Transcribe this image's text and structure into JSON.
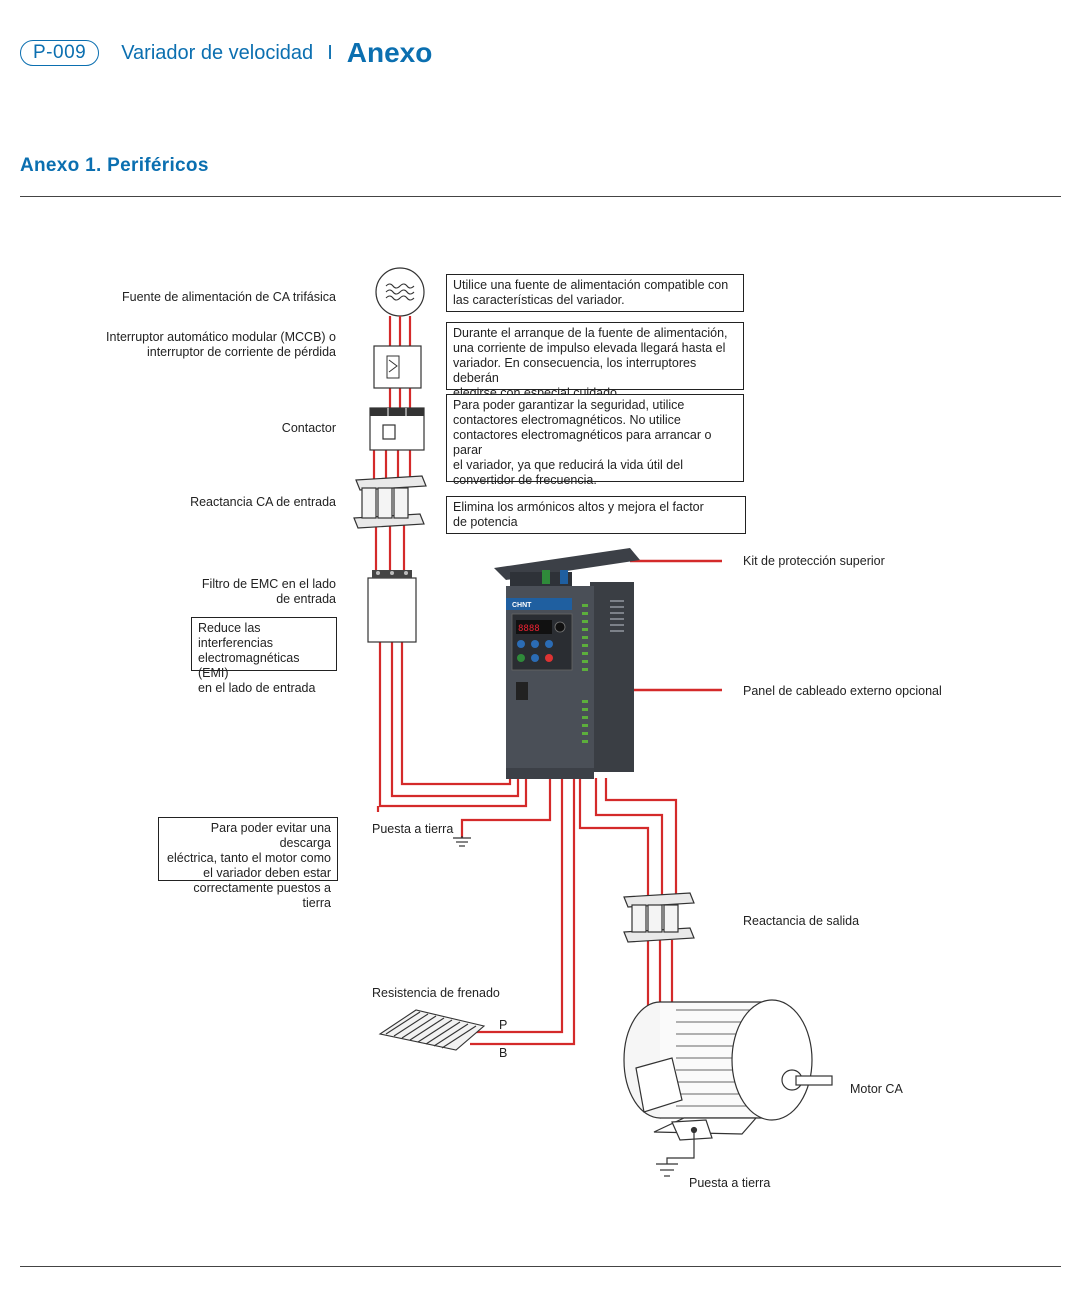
{
  "header": {
    "page_code": "P-009",
    "doc_title": "Variador de velocidad",
    "separator": "I",
    "chapter": "Anexo"
  },
  "section": {
    "title": "Anexo 1. Periféricos"
  },
  "labels": {
    "power_source": "Fuente de alimentación de CA trifásica",
    "breaker_line1": "Interruptor automático modular (MCCB) o",
    "breaker_line2": "interruptor de corriente de pérdida",
    "contactor": "Contactor",
    "input_reactor": "Reactancia CA de entrada",
    "emc_filter_line1": "Filtro de EMC en el lado",
    "emc_filter_line2": "de entrada",
    "top_kit": "Kit de protección superior",
    "wiring_panel": "Panel de cableado externo opcional",
    "ground_1": "Puesta a tierra",
    "output_reactor": "Reactancia de salida",
    "brake_resistor": "Resistencia de frenado",
    "terminal_p": "P",
    "terminal_b": "B",
    "motor": "Motor CA",
    "ground_2": "Puesta a tierra",
    "brand": "CHNT"
  },
  "notes": {
    "power_l1": "Utilice una fuente de alimentación compatible con",
    "power_l2": "las características del variador.",
    "breaker_l1": "Durante el arranque de la fuente de alimentación,",
    "breaker_l2": "una corriente de impulso elevada llegará hasta el",
    "breaker_l3": "variador.  En consecuencia, los interruptores deberán",
    "breaker_l4": "elegirse con especial cuidado.",
    "contactor_l1": "Para poder garantizar la seguridad, utilice",
    "contactor_l2": "contactores electromagnéticos. No utilice",
    "contactor_l3": "contactores electromagnéticos para arrancar o parar",
    "contactor_l4": "el variador, ya que reducirá la vida útil del",
    "contactor_l5": "convertidor de frecuencia.",
    "reactor_l1": "Elimina los armónicos altos y mejora el factor",
    "reactor_l2": "de potencia",
    "emc_l1": "Reduce las interferencias",
    "emc_l2": "electromagnéticas (EMI)",
    "emc_l3": "en el lado de entrada",
    "ground_l1": "Para poder evitar una descarga",
    "ground_l2": "eléctrica, tanto el motor como",
    "ground_l3": "el variador deben estar",
    "ground_l4": "correctamente puestos a tierra"
  },
  "colors": {
    "accent": "#0b6fb0",
    "wire": "#d42a2a",
    "device": "#4a4f57"
  }
}
